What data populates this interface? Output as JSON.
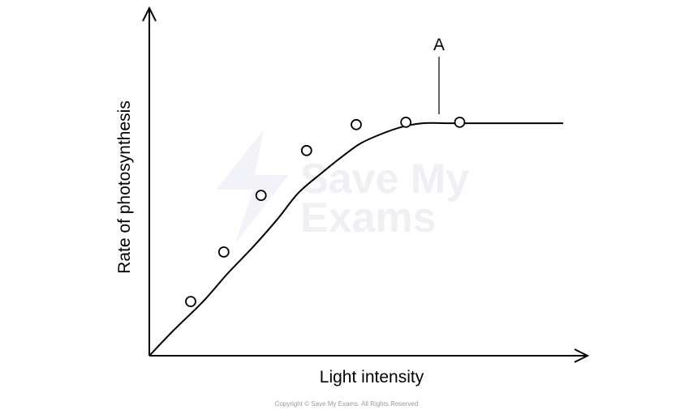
{
  "chart_data": {
    "type": "line",
    "xlabel": "Light intensity",
    "ylabel": "Rate of photosynthesis",
    "xlim": [
      0,
      100
    ],
    "ylim": [
      0,
      100
    ],
    "curve": {
      "x": [
        0,
        6,
        13,
        19,
        25,
        31,
        36,
        42,
        47,
        51,
        56,
        61,
        66,
        72,
        78,
        84,
        90,
        100
      ],
      "y": [
        0,
        11,
        23,
        35,
        46,
        58,
        69,
        78,
        85,
        90,
        94,
        97,
        98.6,
        98.6,
        98.6,
        98.6,
        98.6,
        98.6
      ]
    },
    "points": {
      "x": [
        10,
        18,
        27,
        38,
        50,
        62,
        75
      ],
      "y": [
        23,
        44,
        68,
        87,
        98,
        99,
        99
      ]
    },
    "annotation": {
      "label": "A",
      "x": 70
    },
    "grid": false,
    "legend": "none"
  },
  "watermark": {
    "line1": "Save My",
    "line2": "Exams",
    "copyright": "Copyright © Save My Exams. All Rights Reserved"
  },
  "colors": {
    "line": "#000000",
    "marker_fill": "#ffffff",
    "watermark": "#eef0f4"
  }
}
